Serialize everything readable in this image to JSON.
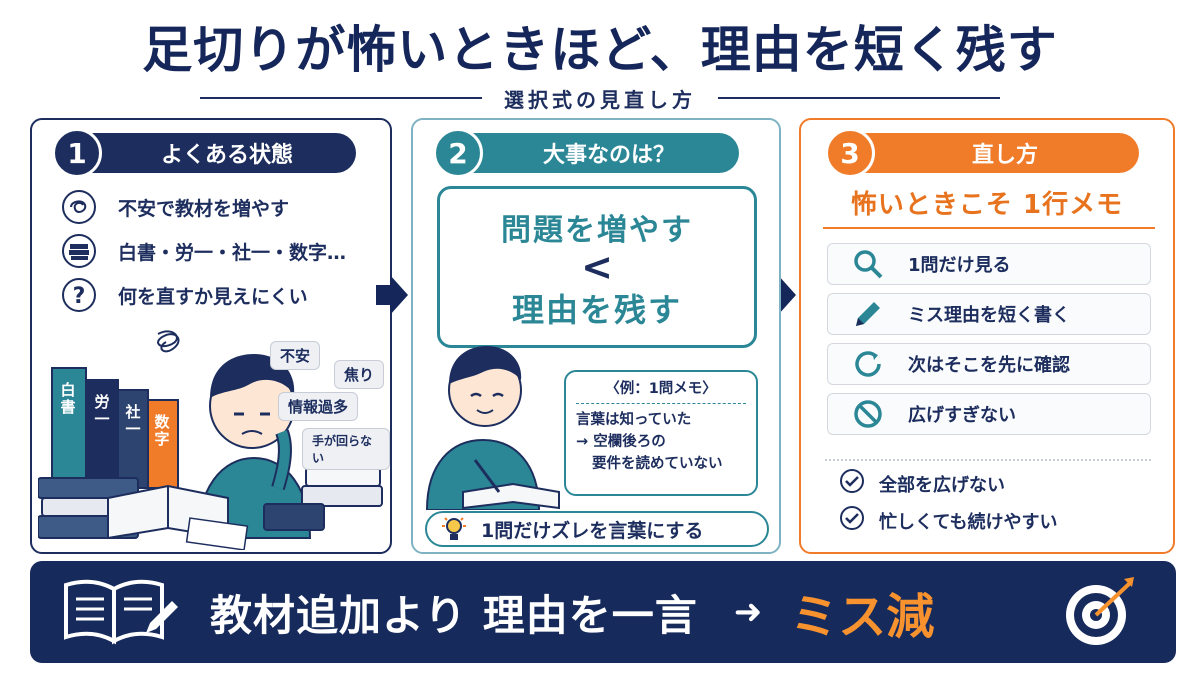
{
  "title": "足切りが怖いときほど、理由を短く残す",
  "subtitle": "選択式の見直し方",
  "panel1": {
    "number": "1",
    "header": "よくある状態",
    "items": [
      {
        "icon": "anxiety-swirl-icon",
        "text": "不安で教材を増やす"
      },
      {
        "icon": "books-stack-icon",
        "text": "白書・労一・社一・数字…"
      },
      {
        "icon": "question-mark-icon",
        "text": "何を直すか見えにくい"
      }
    ],
    "book_spines": [
      "白書",
      "労一",
      "社一",
      "数字"
    ],
    "bubbles": [
      "不安",
      "焦り",
      "情報過多",
      "手が回らない"
    ]
  },
  "panel2": {
    "number": "2",
    "header": "大事なのは？",
    "compare_top": "問題を増やす",
    "compare_symbol": "<",
    "compare_bottom": "理由を残す",
    "memo_title": "〈例：1問メモ〉",
    "memo_lines": [
      "言葉は知っていた",
      "→ 空欄後ろの",
      "要件を読めていない"
    ],
    "tip": "1問だけズレを言葉にする"
  },
  "panel3": {
    "number": "3",
    "header": "直し方",
    "subhead": "怖いときこそ 1行メモ",
    "steps": [
      {
        "icon": "magnifier-icon",
        "text": "1問だけ見る"
      },
      {
        "icon": "pencil-icon",
        "text": "ミス理由を短く書く"
      },
      {
        "icon": "refresh-icon",
        "text": "次はそこを先に確認"
      },
      {
        "icon": "prohibited-icon",
        "text": "広げすぎない"
      }
    ],
    "checks": [
      "全部を広げない",
      "忙しくても続けやすい"
    ]
  },
  "banner": {
    "text": "教材追加より 理由を一言",
    "arrow": "➜",
    "highlight": "ミス減"
  },
  "colors": {
    "navy": "#1d2e5e",
    "teal": "#2b8796",
    "orange": "#f07c2a",
    "banner_bg": "#162a5c"
  }
}
